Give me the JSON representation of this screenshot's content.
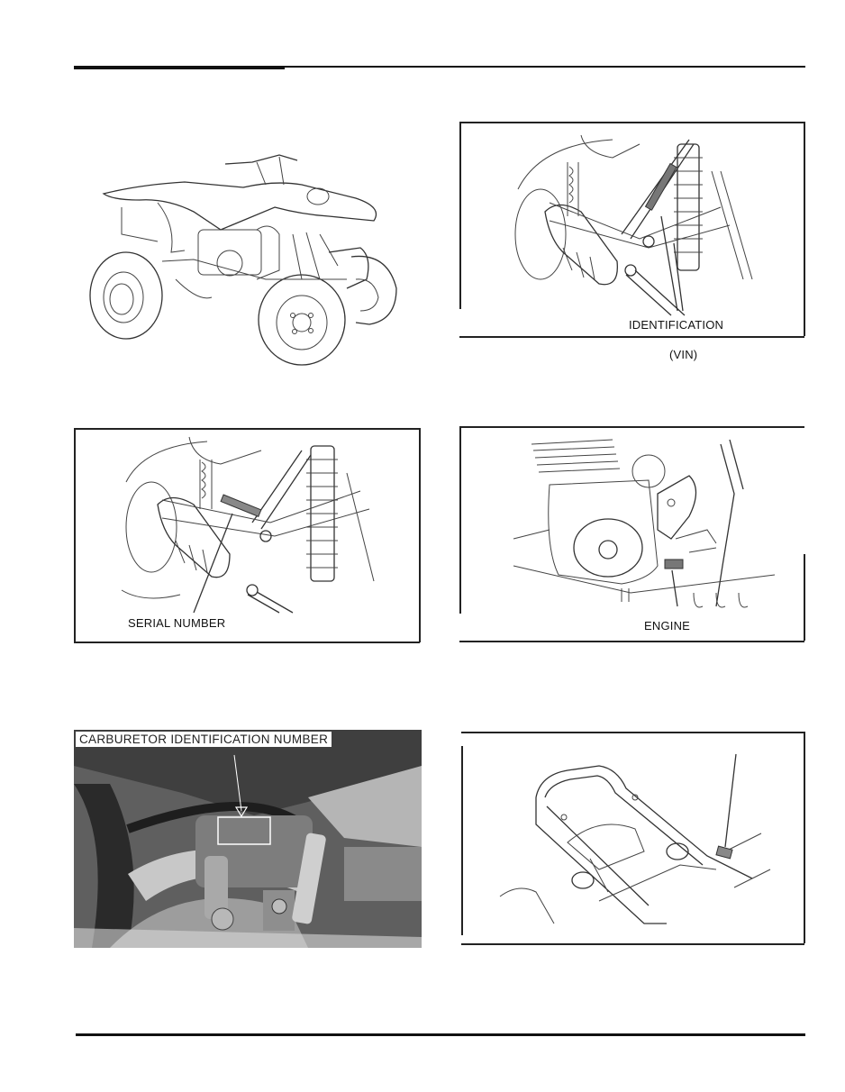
{
  "page": {
    "header_rule": true,
    "footer_rule": true
  },
  "figures": {
    "atv_overview": {
      "caption": ""
    },
    "vin_location": {
      "callout": "IDENTIFICATION",
      "subcaption": "(VIN)"
    },
    "frame_serial": {
      "callout": "SERIAL NUMBER"
    },
    "engine_number": {
      "callout": "ENGINE"
    },
    "carburetor_id": {
      "callout": "CARBURETOR IDENTIFICATION NUMBER"
    },
    "rear_frame": {
      "callout": ""
    }
  },
  "colors": {
    "ink": "#111111",
    "photo_dark": "#3a3a3a",
    "photo_mid": "#7a7a7a",
    "paper": "#ffffff"
  }
}
